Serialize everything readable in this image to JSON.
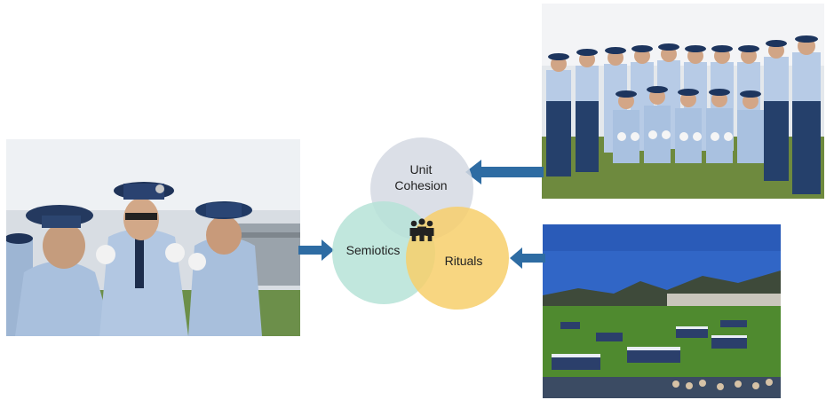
{
  "diagram": {
    "circles": [
      {
        "id": "unit-cohesion",
        "lines": [
          "Unit",
          "Cohesion"
        ],
        "color": "#d5d9e3"
      },
      {
        "id": "semiotics",
        "lines": [
          "Semiotics"
        ],
        "color": "#b6e3d7"
      },
      {
        "id": "rituals",
        "lines": [
          "Rituals"
        ],
        "color": "#f7cf6b"
      }
    ],
    "center_icon": "people-group-icon",
    "arrow_color": "#2e6ca3"
  },
  "photos": {
    "left": "cadets-pinning-ceremony-photo",
    "top_right": "cadet-group-portrait-photo",
    "bottom_right": "parade-field-formation-photo"
  }
}
